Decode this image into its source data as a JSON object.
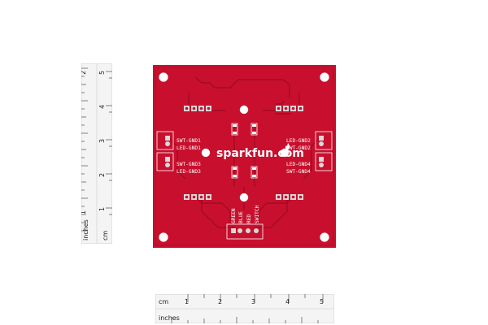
{
  "board": {
    "logo": "sparkfun.com",
    "labels_left": [
      "SWT-GND1",
      "LED-GND1",
      "SWT-GND3",
      "LED-GND3"
    ],
    "labels_right": [
      "LED-GND2",
      "SWT-GND2",
      "LED-GND4",
      "SWT-GND4"
    ],
    "labels_bottom": [
      "GREEN",
      "BLUE",
      "RED",
      "SWITCH"
    ],
    "colors": {
      "pcb": "#c8102e",
      "pcb_dark": "#a00c22",
      "silk": "#ffffff",
      "pad": "#d9d9d9"
    }
  },
  "ruler_vertical": {
    "inches_label": "inches",
    "cm_label": "cm",
    "inch_ticks": [
      "2",
      "1"
    ],
    "cm_ticks": [
      "5",
      "4",
      "3",
      "2",
      "1"
    ]
  },
  "ruler_horizontal": {
    "cm_label": "cm",
    "inches_label": "inches",
    "cm_ticks": [
      "1",
      "2",
      "3",
      "4",
      "5"
    ]
  }
}
